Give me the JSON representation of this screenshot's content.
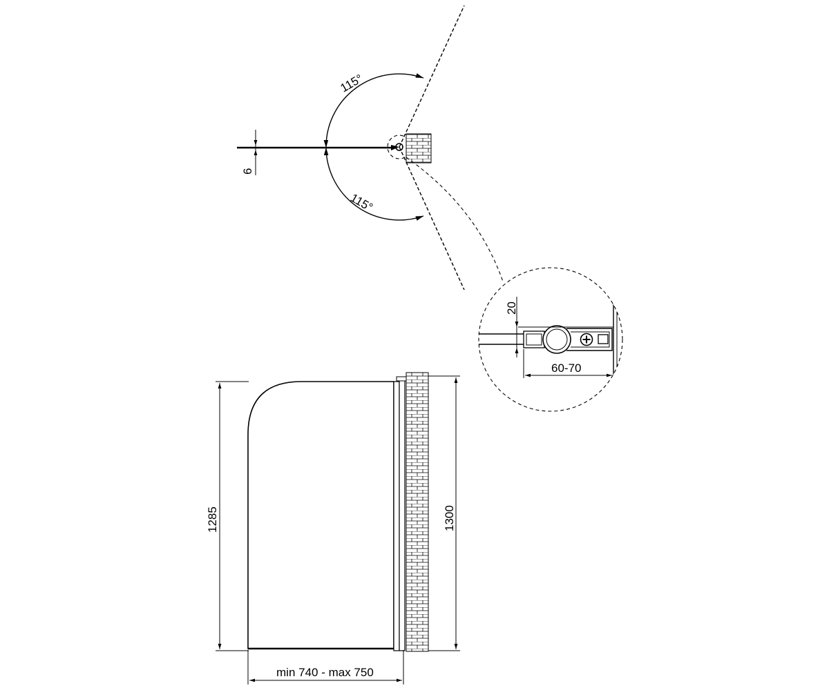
{
  "plan_view": {
    "angle_top_label": "115°",
    "angle_bottom_label": "115°",
    "thickness_label": "6"
  },
  "detail_view": {
    "height_label": "20",
    "range_label": "60-70"
  },
  "front_view": {
    "panel_height_label": "1285",
    "total_height_label": "1300",
    "width_label": "min 740 - max 750"
  },
  "colors": {
    "line": "#000000",
    "background": "#ffffff"
  }
}
